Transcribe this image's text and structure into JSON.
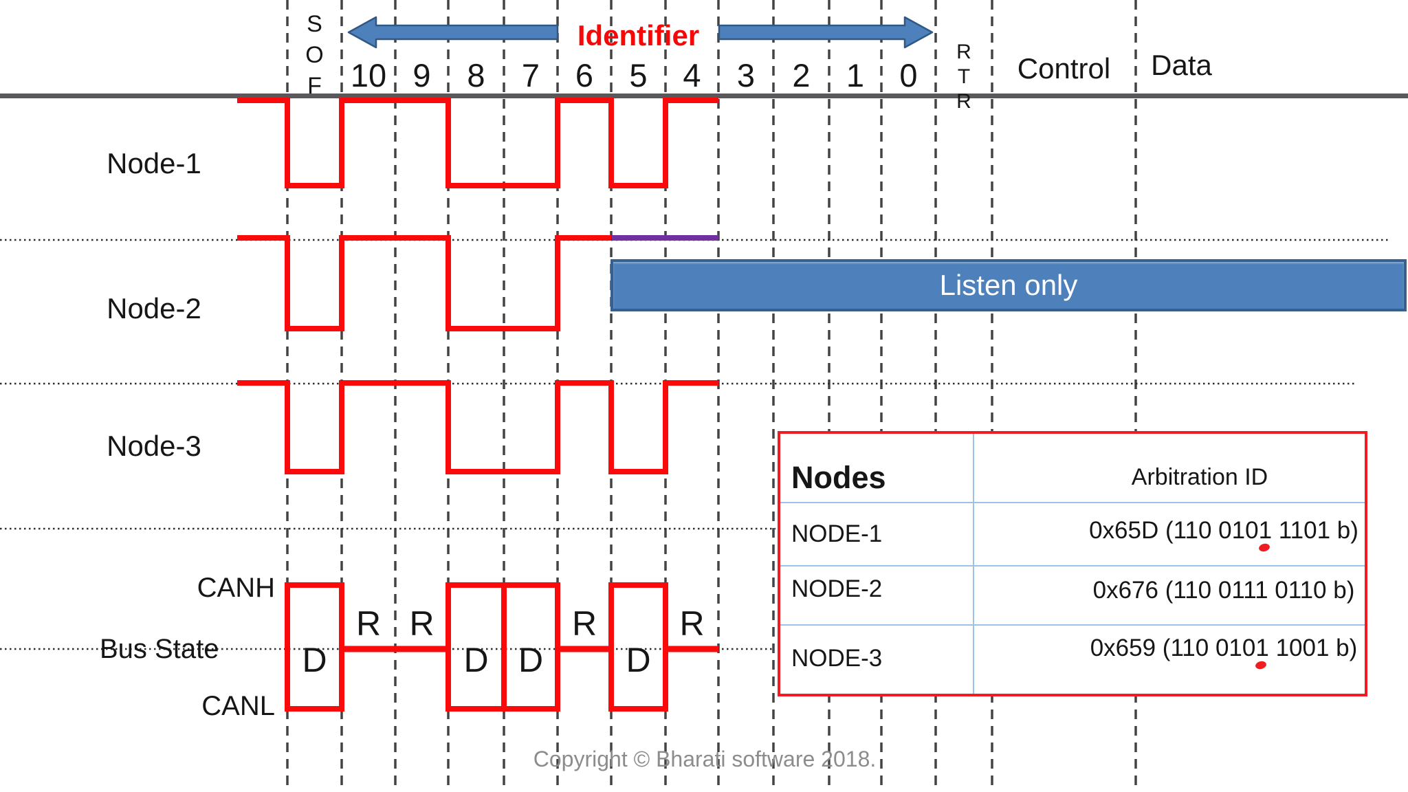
{
  "header": {
    "sof_letters": [
      "S",
      "O",
      "F"
    ],
    "identifier_label": "Identifier",
    "bit_numbers": [
      "10",
      "9",
      "8",
      "7",
      "6",
      "5",
      "4",
      "3",
      "2",
      "1",
      "0"
    ],
    "rtr_letters": [
      "R",
      "T",
      "R"
    ],
    "control_label": "Control",
    "data_label": "Data"
  },
  "nodes": [
    {
      "label": "Node-1",
      "displayed_bits": [
        0,
        1,
        1,
        0,
        0,
        1,
        0,
        1
      ],
      "lost_arbitration": false
    },
    {
      "label": "Node-2",
      "displayed_bits": [
        0,
        1,
        1,
        0,
        0,
        1
      ],
      "lost_arbitration": true
    },
    {
      "label": "Node-3",
      "displayed_bits": [
        0,
        1,
        1,
        0,
        0,
        1,
        0,
        1
      ],
      "lost_arbitration": false
    }
  ],
  "listen_only_label": "Listen only",
  "bus": {
    "canh_label": "CANH",
    "bus_state_label": "Bus State",
    "canl_label": "CANL",
    "pattern": [
      "D",
      "R",
      "R",
      "D",
      "D",
      "R",
      "D",
      "R"
    ]
  },
  "table": {
    "nodes_header": "Nodes",
    "id_header": "Arbitration ID",
    "rows": [
      {
        "node": "NODE-1",
        "id_pre": "0x65D (110 010",
        "id_marked": "1",
        "id_post": " 1101 b)"
      },
      {
        "node": "NODE-2",
        "id_pre": "0x676 (110 0111 0110 b)",
        "id_marked": "",
        "id_post": ""
      },
      {
        "node": "NODE-3",
        "id_pre": "0x659 (110 010",
        "id_marked": "1",
        "id_post": " 1001 b)"
      }
    ]
  },
  "footer": {
    "copyright": "Copyright © Bharati software 2018."
  },
  "colors": {
    "red": "#F90B0B",
    "purple": "#7030A0",
    "blue_fill": "#4E80BC",
    "blue_border": "#2F5984",
    "gray_line": "#59595B",
    "dashed": "#434343",
    "dotted": "#2B2B2B",
    "table_line": "#9CC2E5",
    "text_gray": "#8C8C8C"
  }
}
